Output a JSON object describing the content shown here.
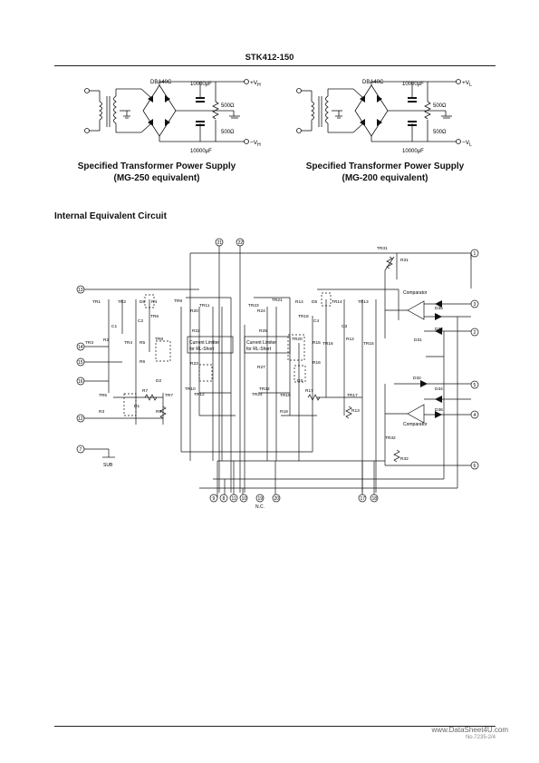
{
  "header": {
    "title": "STK412-150"
  },
  "psu": [
    {
      "rectifier": "DBA40C",
      "cap_top": "10000μF",
      "cap_bottom": "10000μF",
      "res_top": "500Ω",
      "res_bottom": "500Ω",
      "out_pos": "+V",
      "out_pos_sub": "H",
      "out_neg": "−V",
      "out_neg_sub": "H",
      "caption_line1": "Specified Transformer Power Supply",
      "caption_line2": "(MG-250 equivalent)"
    },
    {
      "rectifier": "DBA40C",
      "cap_top": "10000μF",
      "cap_bottom": "10000μF",
      "res_top": "500Ω",
      "res_bottom": "500Ω",
      "out_pos": "+V",
      "out_pos_sub": "L",
      "out_neg": "−V",
      "out_neg_sub": "L",
      "caption_line1": "Specified Transformer Power Supply",
      "caption_line2": "(MG-200 equivalent)"
    }
  ],
  "section": {
    "title": "Internal Equivalent Circuit"
  },
  "circuit": {
    "pins_top": [
      "21",
      "22",
      "1"
    ],
    "pins_right": [
      "3",
      "2",
      "5",
      "4",
      "6"
    ],
    "pins_left": [
      "13",
      "14",
      "15",
      "16",
      "12",
      "7"
    ],
    "pins_bottom": [
      "9",
      "8",
      "11",
      "10",
      "19",
      "20",
      "17",
      "18"
    ],
    "nc_label": "N.C.",
    "sub_label": "SUB",
    "limiter_left_1": "Current Limiter",
    "limiter_left_2": "for RL-Short",
    "limiter_right_1": "Current Limiter",
    "limiter_right_2": "for RL-Short",
    "comparator_top": "Comparator",
    "comparator_bottom": "Comparator",
    "labels": {
      "tr1": "TR1",
      "tr2": "TR2",
      "tr3": "TR3",
      "tr4": "TR4",
      "tr5": "TR5",
      "tr6": "TR6",
      "tr7": "TR7",
      "tr8": "TR8",
      "tr9": "TR9",
      "tr10": "TR10",
      "tr11": "TR11",
      "tr12": "TR12",
      "tr13": "TR13",
      "tr14": "TR14",
      "tr15": "TR15",
      "tr16": "TR16",
      "tr17": "TR17",
      "tr18": "TR18",
      "tr19": "TR19",
      "tr20": "TR20",
      "tr21": "TR21",
      "tr22": "TR22",
      "tr23": "TR23",
      "tr24": "TR24",
      "tr31": "TR31",
      "tr32": "TR32",
      "r1": "R1",
      "r2": "R2",
      "r3": "R3",
      "r4": "R4",
      "r5": "R5",
      "r6": "R6",
      "r7": "R7",
      "r8": "R8",
      "r12": "R12",
      "r13": "R13",
      "r14": "R14",
      "r15": "R15",
      "r16": "R16",
      "r17": "R17",
      "r18": "R18",
      "r20": "R20",
      "r22": "R22",
      "r23": "R23",
      "r24": "R24",
      "r25": "R25",
      "r27": "R27",
      "r31": "R31",
      "r32": "R32",
      "c1": "C1",
      "c2": "C2",
      "c3": "C3",
      "c4": "C4",
      "d1": "D1",
      "d2": "D2",
      "d3": "D3",
      "d5": "D5",
      "d6": "D6",
      "d31": "D31",
      "d32": "D32",
      "d33": "D33",
      "d34": "D34",
      "d35": "D35",
      "d36": "D36"
    }
  },
  "footer": {
    "watermark": "www.DataSheet4U.com",
    "code": "No.7235-2/4"
  }
}
